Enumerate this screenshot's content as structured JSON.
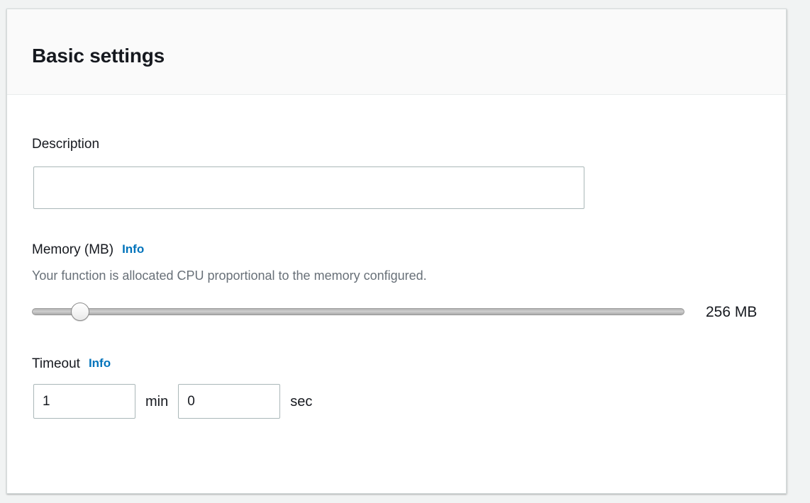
{
  "panel": {
    "title": "Basic settings"
  },
  "fields": {
    "description": {
      "label": "Description",
      "value": "",
      "placeholder": ""
    },
    "memory": {
      "label": "Memory (MB)",
      "info_label": "Info",
      "description": "Your function is allocated CPU proportional to the memory configured.",
      "value": 256,
      "value_display": "256 MB",
      "min": 128,
      "max": 10240,
      "step": 64
    },
    "timeout": {
      "label": "Timeout",
      "info_label": "Info",
      "minutes": "1",
      "minutes_unit": "min",
      "seconds": "0",
      "seconds_unit": "sec"
    }
  },
  "colors": {
    "link": "#0073bb",
    "text": "#16191f",
    "muted": "#687078",
    "input_border": "#aab7b8",
    "header_bg": "#fafafa",
    "page_bg": "#f1f3f3"
  }
}
